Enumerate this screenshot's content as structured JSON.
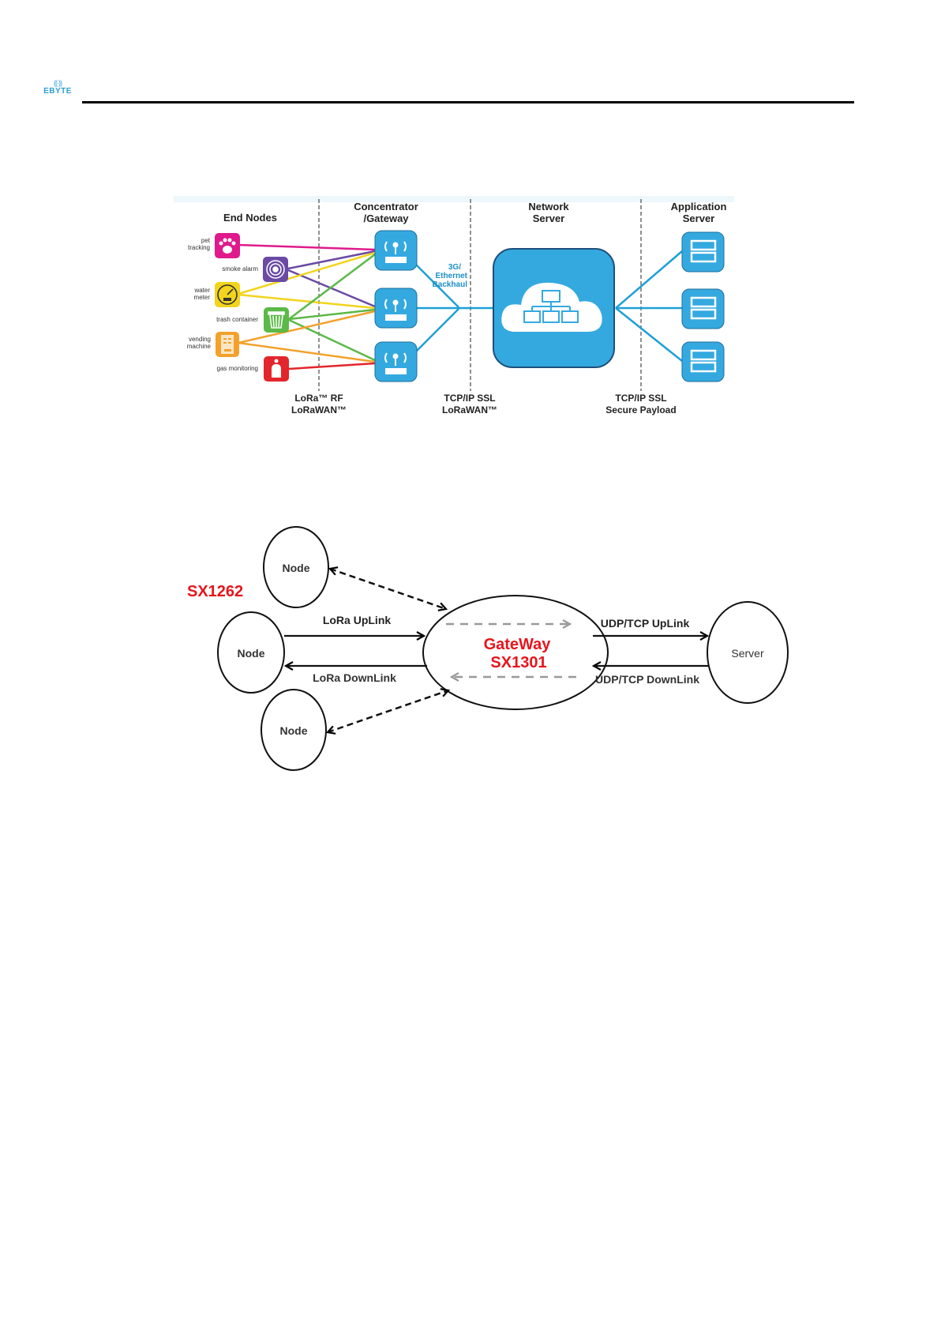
{
  "header": {
    "logo_waves": "((·))",
    "logo_text": "EBYTE"
  },
  "lorawan_architecture": {
    "columns": {
      "end_nodes": "End Nodes",
      "gateway_line1": "Concentrator",
      "gateway_line2": "/Gateway",
      "network_line1": "Network",
      "network_line2": "Server",
      "app_line1": "Application",
      "app_line2": "Server"
    },
    "end_nodes": [
      {
        "label": [
          "pet",
          "tracking"
        ],
        "color": "#e01a8c",
        "icon": "paw-icon"
      },
      {
        "label": [
          "smoke alarm"
        ],
        "color": "#6a4aa5",
        "icon": "smoke-alarm-icon"
      },
      {
        "label": [
          "water",
          "meter"
        ],
        "color": "#f2d41c",
        "icon": "water-meter-icon"
      },
      {
        "label": [
          "trash container"
        ],
        "color": "#5bb947",
        "icon": "trash-container-icon"
      },
      {
        "label": [
          "vending",
          "machine"
        ],
        "color": "#f3a12c",
        "icon": "vending-machine-icon"
      },
      {
        "label": [
          "gas monitoring"
        ],
        "color": "#e2262c",
        "icon": "gas-cylinder-icon"
      }
    ],
    "backhaul_label": [
      "3G/",
      "Ethernet",
      "Backhaul"
    ],
    "protocol_labels": {
      "rf": [
        "LoRa™ RF",
        "LoRaWAN™"
      ],
      "backhaul": [
        "TCP/IP SSL",
        "LoRaWAN™"
      ],
      "app": [
        "TCP/IP SSL",
        "Secure Payload"
      ]
    },
    "colors": {
      "accent_blue": "#34a9e0",
      "line_blue": "#1ea0d6",
      "label_blue": "#1b8fc4"
    }
  },
  "gateway_diagram": {
    "node_label": "Node",
    "chip_label": "SX1262",
    "gateway_line1": "GateWay",
    "gateway_line2": "SX1301",
    "server_label": "Server",
    "lora_uplink": "LoRa UpLink",
    "lora_downlink": "LoRa DownLink",
    "udp_uplink": "UDP/TCP UpLink",
    "udp_downlink": "UDP/TCP DownLink",
    "highlight_color": "#e8141c"
  }
}
